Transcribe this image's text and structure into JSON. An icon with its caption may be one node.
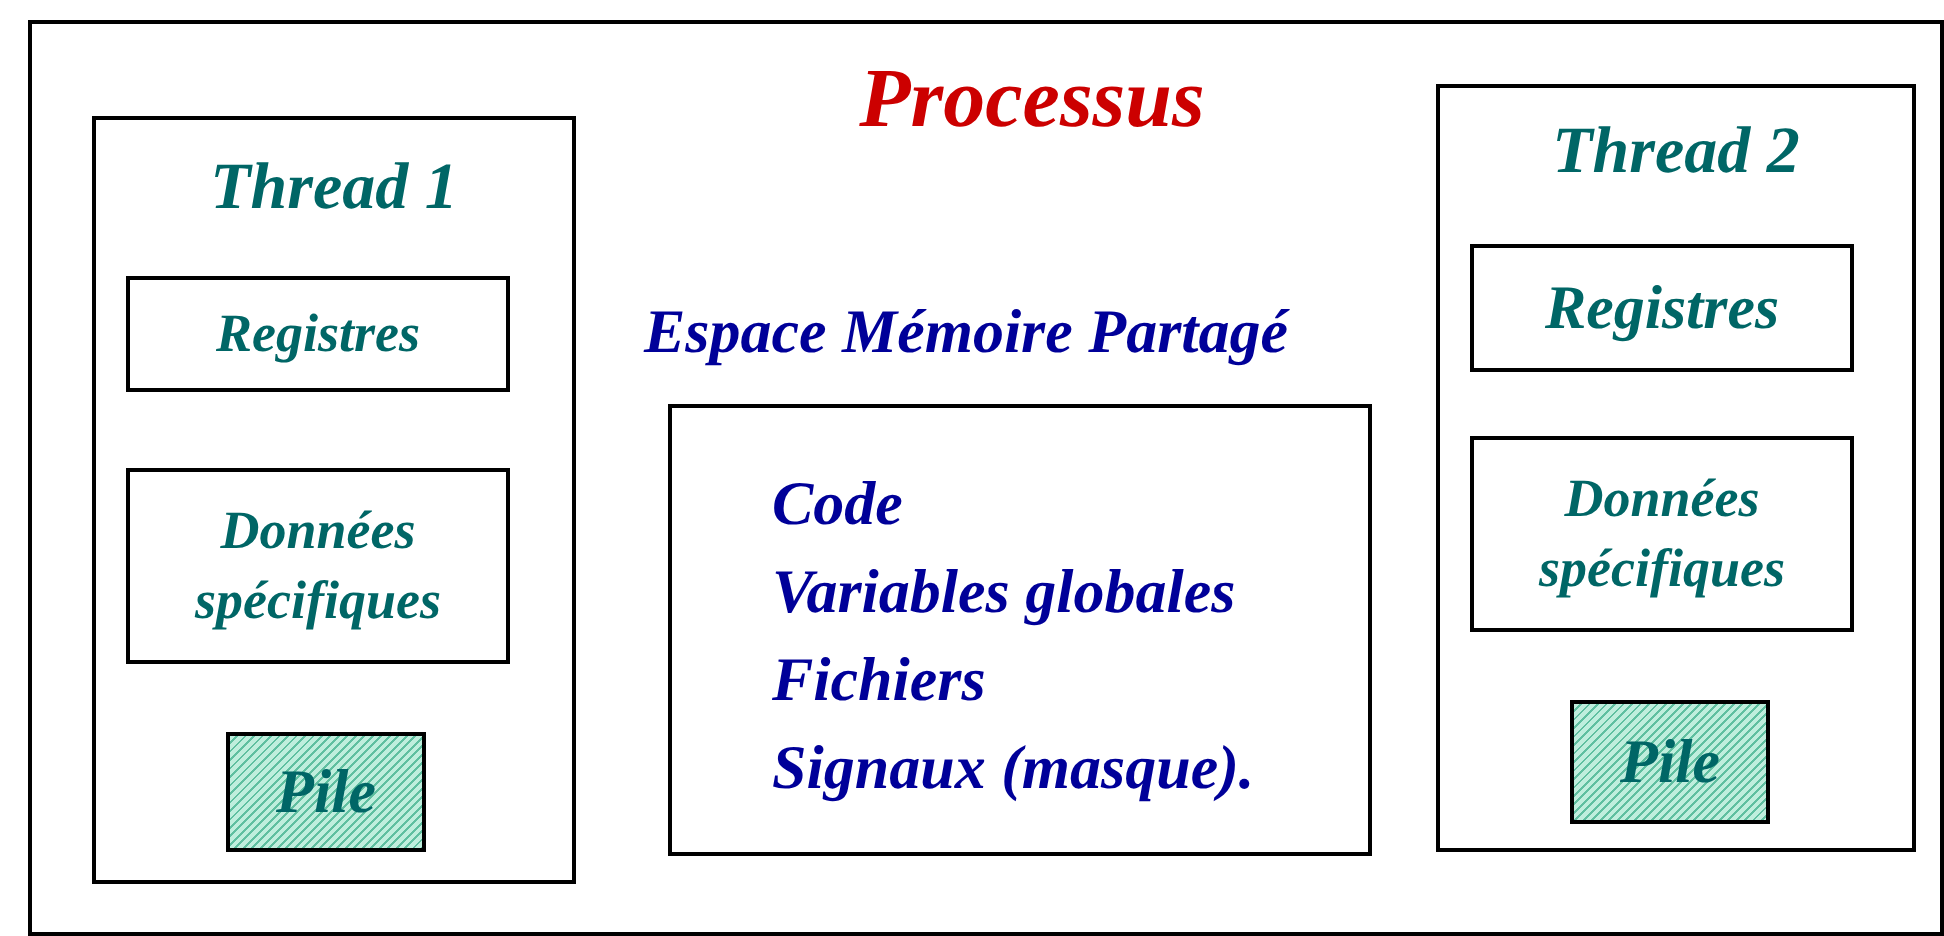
{
  "diagram": {
    "nodes": [
      {
        "text": [
          "Processus"
        ]
      },
      {
        "text": [
          "Thread 1"
        ],
        "in": 0
      },
      {
        "text": [
          "Registres"
        ],
        "in": 1
      },
      {
        "text": [
          "Données spécifiques"
        ],
        "in": 1
      },
      {
        "text": [
          "Pile"
        ],
        "in": 1
      },
      {
        "text": [
          "Espace Mémoire Partagé",
          "Code",
          "Variables globales",
          "Fichiers",
          "Signaux (masque)."
        ],
        "in": 0
      },
      {
        "text": [
          "Thread 2"
        ],
        "in": 0
      },
      {
        "text": [
          "Registres"
        ],
        "in": 6
      },
      {
        "text": [
          "Données spécifiques"
        ],
        "in": 6
      },
      {
        "text": [
          "Pile"
        ],
        "in": 6
      }
    ]
  }
}
